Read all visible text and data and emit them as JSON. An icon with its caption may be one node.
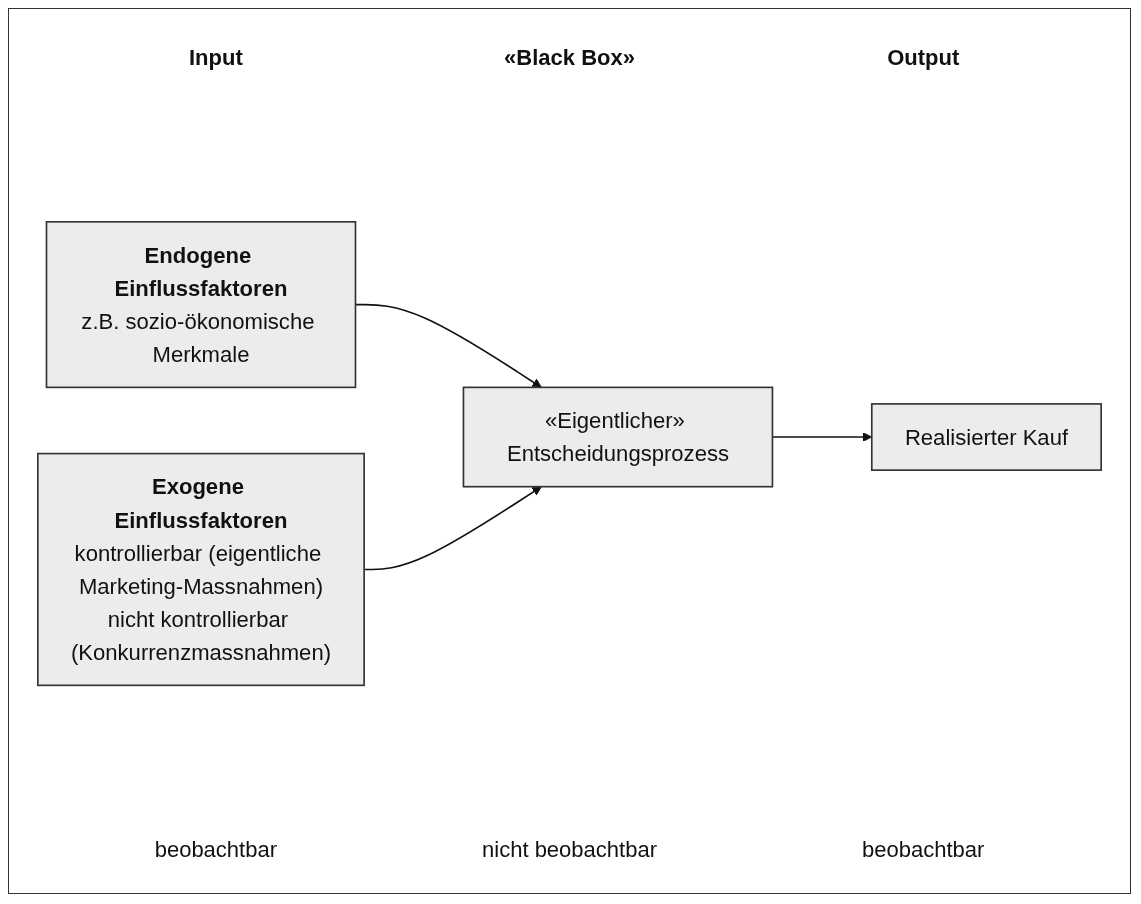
{
  "diagram": {
    "nodes": [
      {
        "text": [
          "Endogene Einflussfaktoren",
          "z.B. sozio-ökonomische Merkmale"
        ]
      },
      {
        "text": [
          "Exogene Einflussfaktoren",
          "kontrollierbar (eigentliche Marketing-Massnahmen)",
          "nicht kontrollierbar (Konkurrenzmassnahmen)"
        ]
      },
      {
        "text": [
          "«Eigentlicher» Entscheidungsprozess"
        ]
      },
      {
        "text": [
          "Realisierter Kauf"
        ]
      }
    ],
    "edges": [
      {
        "from": 0,
        "to": 2,
        "arrow": "to"
      },
      {
        "from": 1,
        "to": 2,
        "arrow": "to"
      },
      {
        "from": 2,
        "to": 3,
        "arrow": "to"
      }
    ],
    "labels": [
      "Input",
      "«Black Box»",
      "Output",
      "beobachtbar",
      "nicht beobachtbar",
      "beobachtbar"
    ]
  }
}
